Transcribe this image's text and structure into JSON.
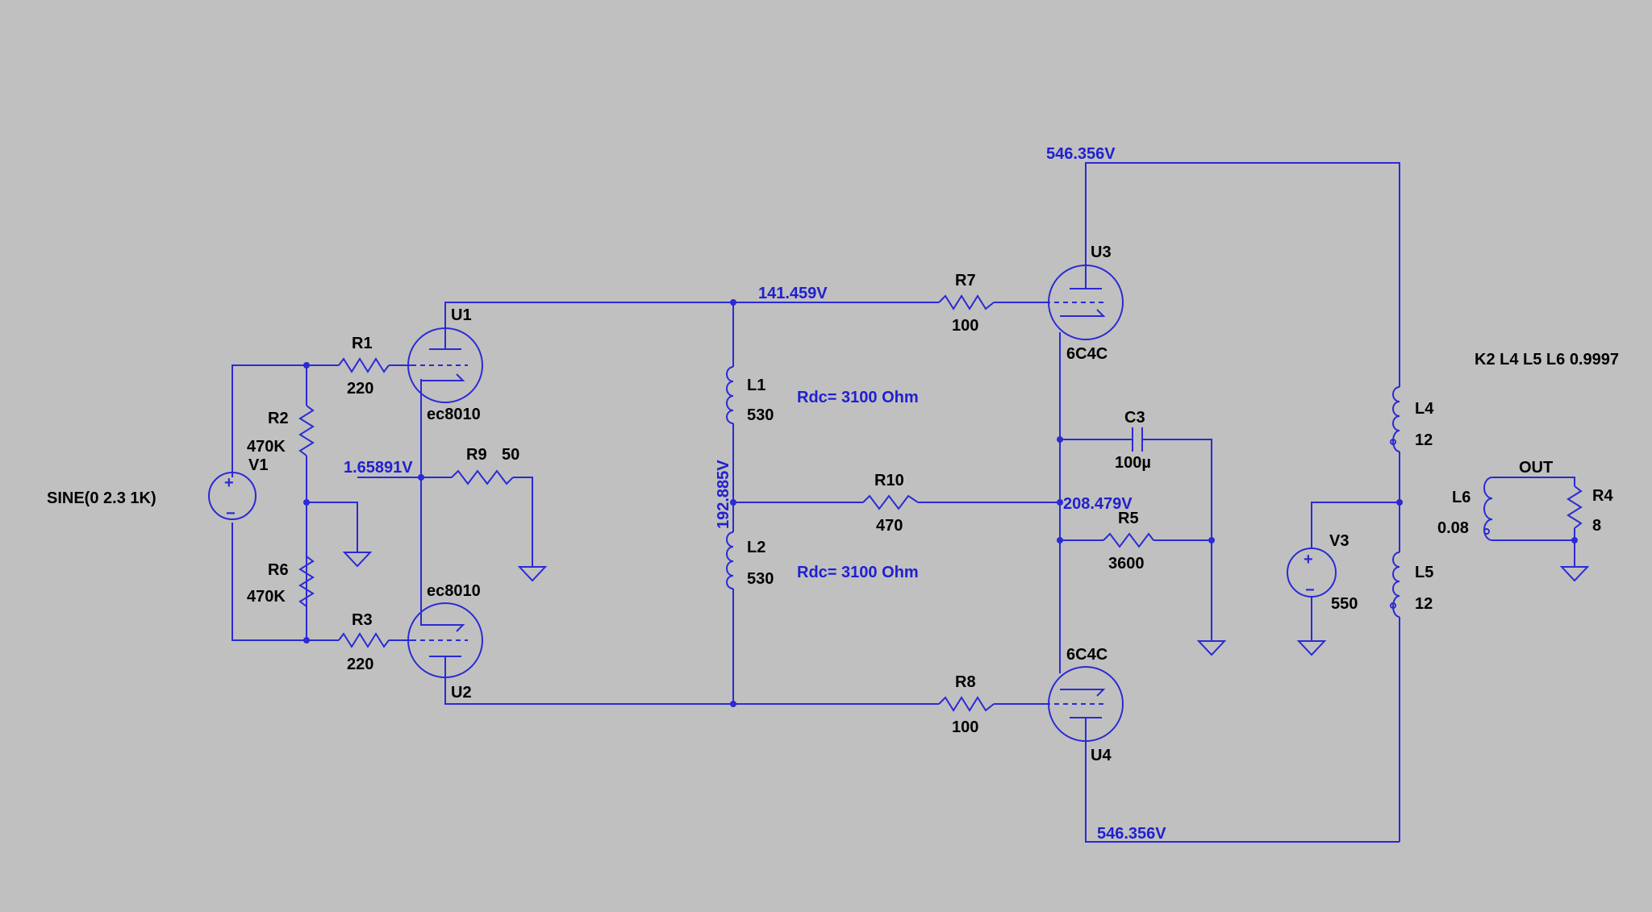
{
  "colors": {
    "background": "#c0c0c0",
    "wire": "#2a2ad6",
    "voltage_label": "#2020d0",
    "text": "#000000"
  },
  "source": {
    "function": "SINE(0 2.3 1K)",
    "name": "V1"
  },
  "tubes": {
    "U1": {
      "name": "U1",
      "model": "ec8010"
    },
    "U2": {
      "name": "U2",
      "model": "ec8010"
    },
    "U3": {
      "name": "U3",
      "model": "6C4C"
    },
    "U4": {
      "name": "U4",
      "model": "6C4C"
    }
  },
  "resistors": {
    "R1": {
      "name": "R1",
      "value": "220"
    },
    "R2": {
      "name": "R2",
      "value": "470K"
    },
    "R3": {
      "name": "R3",
      "value": "220"
    },
    "R4": {
      "name": "R4",
      "value": "8"
    },
    "R5": {
      "name": "R5",
      "value": "3600"
    },
    "R6": {
      "name": "R6",
      "value": "470K"
    },
    "R7": {
      "name": "R7",
      "value": "100"
    },
    "R8": {
      "name": "R8",
      "value": "100"
    },
    "R9": {
      "name": "R9",
      "value": "50"
    },
    "R10": {
      "name": "R10",
      "value": "470"
    }
  },
  "inductors": {
    "L1": {
      "name": "L1",
      "value": "530"
    },
    "L2": {
      "name": "L2",
      "value": "530"
    },
    "L4": {
      "name": "L4",
      "value": "12"
    },
    "L5": {
      "name": "L5",
      "value": "12"
    },
    "L6": {
      "name": "L6",
      "value": "0.08"
    }
  },
  "capacitor": {
    "name": "C3",
    "value": "100µ"
  },
  "supply": {
    "name": "V3",
    "value": "550"
  },
  "coupling": "K2 L4 L5 L6 0.9997",
  "output_label": "OUT",
  "annotations": {
    "rdc_top": "Rdc= 3100  Ohm",
    "rdc_bottom": "Rdc= 3100  Ohm"
  },
  "voltages": {
    "top_b_plus": "546.356V",
    "bottom_b_plus": "546.356V",
    "driver_plate": "141.459V",
    "cathode_node": "1.65891V",
    "choke_center": "192.885V",
    "bias_node": "208.479V"
  }
}
